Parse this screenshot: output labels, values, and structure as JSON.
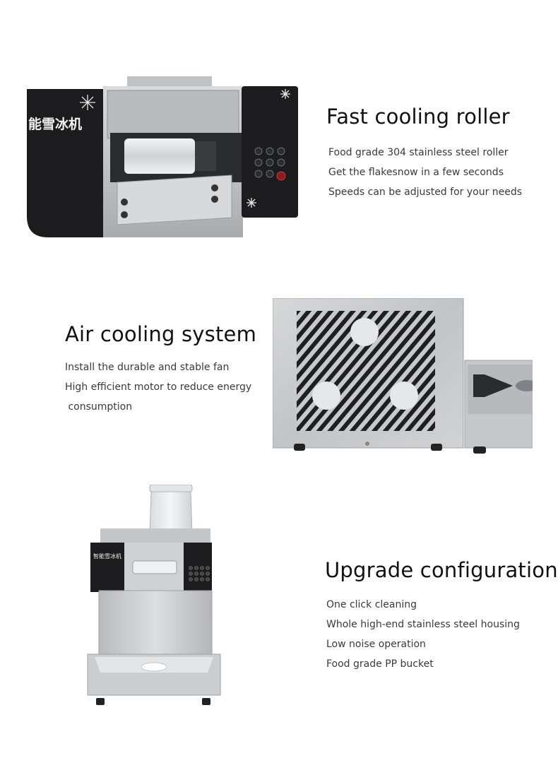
{
  "sections": [
    {
      "title": "Fast cooling roller",
      "lines": [
        "Food grade 304 stainless steel roller",
        "Get the flakesnow in a few seconds",
        "Speeds can be adjusted for your needs"
      ]
    },
    {
      "title": "Air cooling system",
      "lines": [
        "Install the durable and stable fan",
        "High efficient motor to reduce energy",
        " consumption"
      ]
    },
    {
      "title": "Upgrade configuration",
      "lines": [
        "One click cleaning",
        "Whole high-end stainless steel housing",
        "Low noise operation",
        "Food grade PP bucket"
      ]
    }
  ],
  "images": {
    "roller_closeup_label": "能雪冰机",
    "front_view_label": "智能雪冰机"
  },
  "colors": {
    "panel_dark": "#1c1c1e",
    "steel": "#c9ccce",
    "steel_dark": "#9ea2a6",
    "vent": "#222222"
  }
}
